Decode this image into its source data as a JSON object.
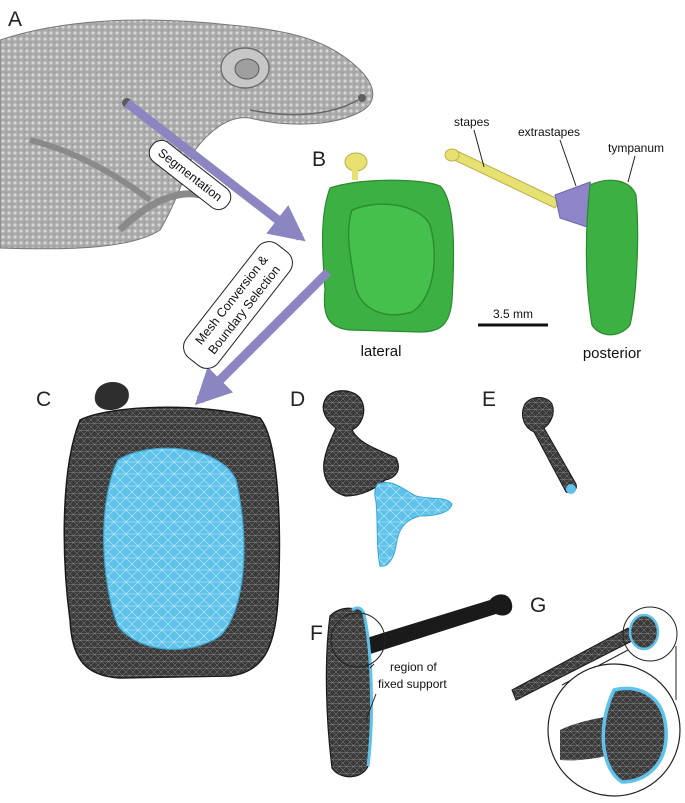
{
  "panels": {
    "a": "A",
    "b": "B",
    "c": "C",
    "d": "D",
    "e": "E",
    "f": "F",
    "g": "G"
  },
  "arrows": {
    "segmentation": "Segmentation",
    "mesh_line1": "Mesh Conversion &",
    "mesh_line2": "Boundary Selection"
  },
  "labels": {
    "stapes": "stapes",
    "extrastapes": "extrastapes",
    "tympanum": "tympanum",
    "lateral": "lateral",
    "posterior": "posterior",
    "scale": "3.5 mm",
    "fixed_line1": "region of",
    "fixed_line2": "fixed support"
  },
  "colors": {
    "tympanum_green": "#3cb043",
    "stapes_yellow": "#e6e170",
    "extrastapes_purple": "#8f86c9",
    "mesh_dark": "#2e2e2e",
    "boundary_blue": "#5ec2ea",
    "arrow_purple": "#8b86c2"
  }
}
